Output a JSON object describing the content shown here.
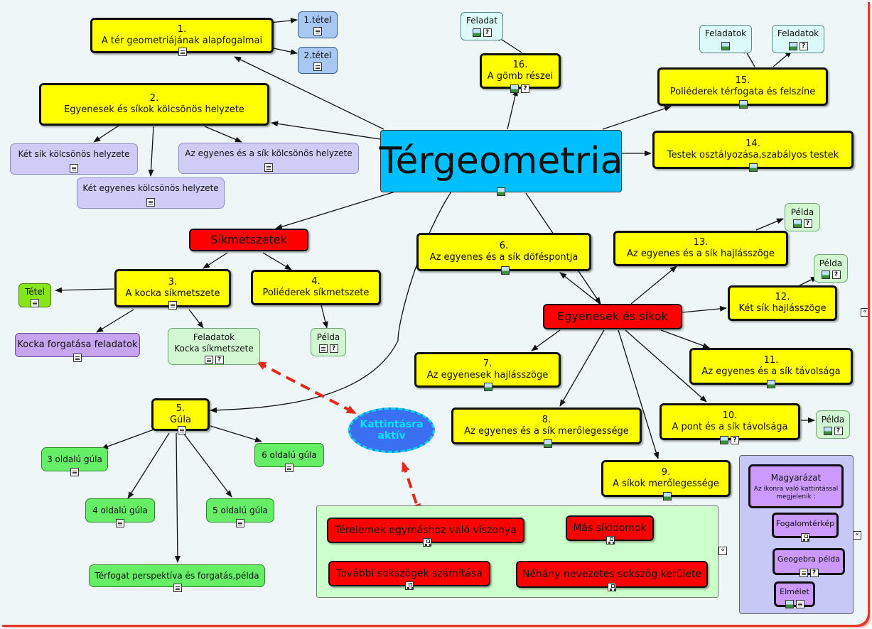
{
  "center": {
    "title": "Térgeometria",
    "icons": [
      "picture-icon"
    ]
  },
  "nodes": {
    "n1": {
      "number": "1.",
      "label": "A tér geometriájának alapfogalmai",
      "icons": [
        "document-icon"
      ]
    },
    "t1": {
      "label": "1.tétel",
      "icons": [
        "document-icon"
      ]
    },
    "t2": {
      "label": "2.tétel",
      "icons": [
        "document-icon"
      ]
    },
    "n2": {
      "number": "2.",
      "label": "Egyenesek és síkok kölcsönös helyzete"
    },
    "ketsik": {
      "label": "Két sík kölcsönös helyzete",
      "icons": [
        "document-icon"
      ]
    },
    "egyes_sik": {
      "label": "Az egyenes és a sík kölcsönös helyzete",
      "icons": [
        "document-icon"
      ]
    },
    "ketegy": {
      "label": "Két egyenes kölcsönös helyzete",
      "icons": [
        "document-icon"
      ]
    },
    "sikmetszetek": {
      "label": "Síkmetszetek"
    },
    "n3": {
      "number": "3.",
      "label": "A kocka síkmetszete",
      "icons": [
        "document-icon"
      ]
    },
    "tetel": {
      "label": "Tétel",
      "icons": [
        "document-icon"
      ]
    },
    "kockaforg": {
      "label": "Kocka forgatása feladatok",
      "icons": [
        "document-icon"
      ]
    },
    "feladatok_kocka": {
      "line1": "Feladatok",
      "line2": "Kocka síkmetszete",
      "icons": [
        "document-icon",
        "question-icon"
      ]
    },
    "n4": {
      "number": "4.",
      "label": "Poliéderek síkmetszete"
    },
    "pelda4": {
      "label": "Példa",
      "icons": [
        "document-icon",
        "question-icon"
      ]
    },
    "n5": {
      "number": "5.",
      "label": "Gúla",
      "icons": [
        "document-icon"
      ]
    },
    "gula3": {
      "label": "3 oldalú gúla",
      "icons": [
        "document-icon"
      ]
    },
    "gula4": {
      "label": "4 oldalú gúla",
      "icons": [
        "document-icon"
      ]
    },
    "gula5": {
      "label": "5 oldalú gúla",
      "icons": [
        "document-icon"
      ]
    },
    "gula6": {
      "label": "6 oldalú gúla",
      "icons": [
        "document-icon"
      ]
    },
    "terfogat": {
      "label": "Térfogat perspektíva és forgatás,példa",
      "icons": [
        "document-icon"
      ]
    },
    "n6": {
      "number": "6.",
      "label": "Az egyenes és a sík döféspontja",
      "icons": [
        "picture-icon"
      ]
    },
    "egyenesek_sikok": {
      "label": "Egyenesek és síkok"
    },
    "n7": {
      "number": "7.",
      "label": "Az egyenesek hajlásszöge",
      "icons": [
        "picture-icon"
      ]
    },
    "n8": {
      "number": "8.",
      "label": "Az egyenes és a sík merőlegessége",
      "icons": [
        "picture-icon"
      ]
    },
    "n9": {
      "number": "9.",
      "label": "A síkok merőlegessége",
      "icons": [
        "picture-icon"
      ]
    },
    "n10": {
      "number": "10.",
      "label": "A pont és a sík távolsága",
      "icons": [
        "picture-icon",
        "question-icon"
      ]
    },
    "pelda10": {
      "label": "Példa",
      "icons": [
        "picture-icon",
        "question-icon"
      ]
    },
    "n11": {
      "number": "11.",
      "label": "Az egyenes és a sík távolsága",
      "icons": [
        "picture-icon"
      ]
    },
    "n12": {
      "number": "12.",
      "label": "Két sík hajlásszöge"
    },
    "pelda12": {
      "label": "Példa",
      "icons": [
        "picture-icon",
        "question-icon"
      ]
    },
    "n13": {
      "number": "13.",
      "label": "Az egyenes és a sík hajlásszöge"
    },
    "pelda13": {
      "label": "Példa",
      "icons": [
        "picture-icon",
        "question-icon"
      ]
    },
    "n14": {
      "number": "14.",
      "label": "Testek osztályozása,szabályos testek",
      "icons": [
        "picture-icon"
      ]
    },
    "n15": {
      "number": "15.",
      "label": "Poliéderek térfogata és felszíne",
      "icons": [
        "picture-icon"
      ]
    },
    "feladatok15a": {
      "label": "Feladatok",
      "icons": [
        "picture-icon"
      ]
    },
    "feladatok15b": {
      "label": "Feladatok",
      "icons": [
        "picture-icon",
        "question-icon"
      ]
    },
    "n16": {
      "number": "16.",
      "label": "A gömb részei",
      "icons": [
        "picture-icon",
        "question-icon"
      ]
    },
    "feladat16": {
      "label": "Feladat",
      "icons": [
        "picture-icon",
        "question-icon"
      ]
    }
  },
  "click_hint": {
    "line1": "Kattintásra",
    "line2": "aktív"
  },
  "bottom_panel": {
    "items": [
      {
        "label": "Térelemek egymáshoz való viszonya",
        "icons": [
          "concept-map-icon"
        ]
      },
      {
        "label": "Más síkidomok",
        "icons": [
          "concept-map-icon"
        ]
      },
      {
        "label": "További sokszögek számítása",
        "icons": [
          "concept-map-icon"
        ]
      },
      {
        "label": "Néhány nevezetes sokszög kerülete",
        "icons": [
          "concept-map-icon"
        ]
      }
    ]
  },
  "legend": {
    "title": "Magyarázat",
    "subtitle": "Az ikonra való kattintással megjelenik :",
    "items": [
      {
        "label": "Fogalomtérkép",
        "icons": [
          "concept-map-icon"
        ]
      },
      {
        "label": "Geogebra példa",
        "icons": [
          "document-icon",
          "question-icon"
        ]
      },
      {
        "label": "Elmélet",
        "icons": [
          "picture-icon",
          "document-icon"
        ]
      }
    ]
  },
  "collapse_glyph": "«",
  "colors": {
    "background": "#eef6f8",
    "center": "#00bfff",
    "main_topic": "#ffff00",
    "group": "#ff0000",
    "subtopic": "#cfcdf7",
    "theorem": "#a6c8f2",
    "example": "#d2f7d2",
    "pyramid": "#67ee67",
    "legend_panel": "#c8c8f7",
    "click_hint": "#3b6ff2",
    "dashed_arrow": "#e8261a"
  }
}
